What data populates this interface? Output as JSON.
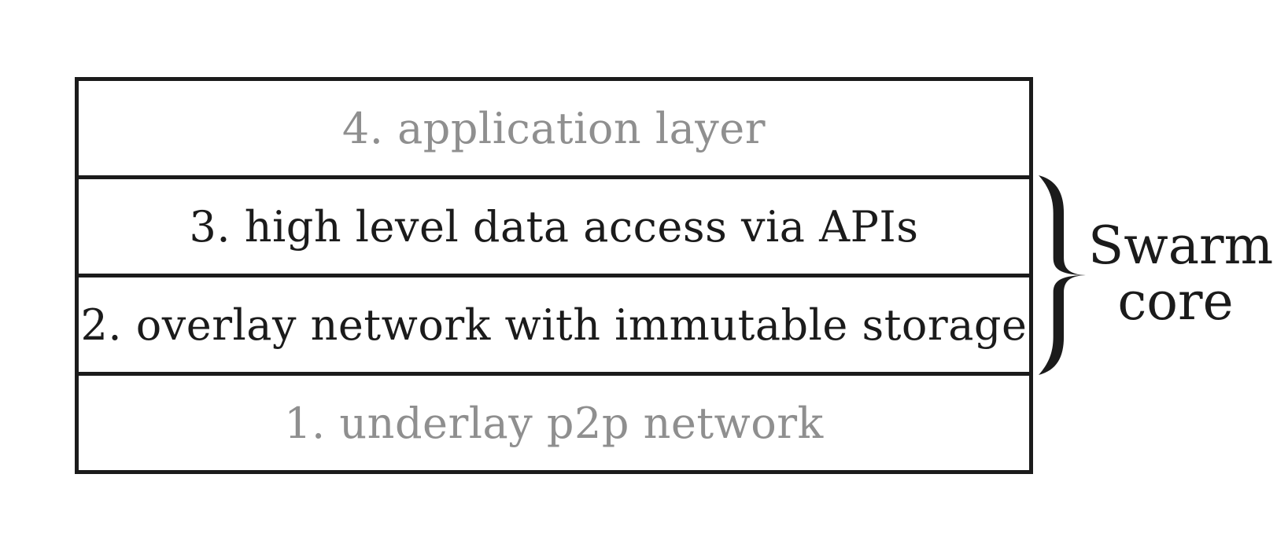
{
  "diagram": {
    "title": "Swarm layered architecture stack",
    "layers": [
      {
        "label": "4. application layer",
        "emphasis": "muted"
      },
      {
        "label": "3. high level data access via APIs",
        "emphasis": "strong"
      },
      {
        "label": "2. overlay network with immutable storage",
        "emphasis": "strong"
      },
      {
        "label": "1. underlay p2p network",
        "emphasis": "muted"
      }
    ],
    "brace_label": {
      "line1": "Swarm",
      "line2": "core",
      "spans_layers": "2-3"
    },
    "colors": {
      "background": "#ffffff",
      "border": "#1b1b1b",
      "strong_text": "#1b1b1b",
      "muted_text": "#8f8f8f"
    }
  }
}
